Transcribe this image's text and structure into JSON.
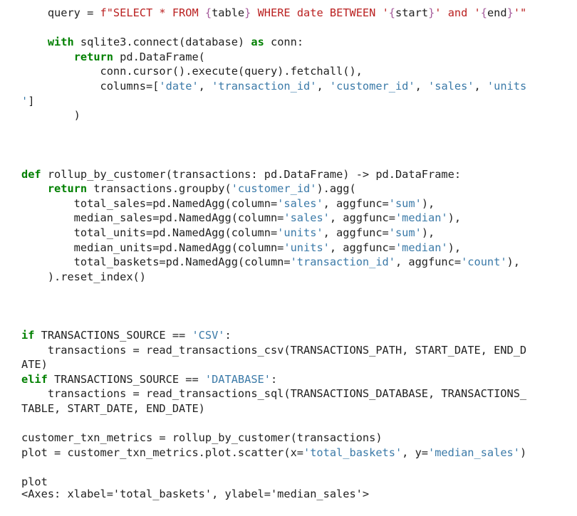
{
  "code": {
    "lines": [
      [
        {
          "t": "    query = ",
          "c": "p"
        },
        {
          "t": "f\"SELECT * FROM ",
          "c": "str"
        },
        {
          "t": "{",
          "c": "brace"
        },
        {
          "t": "table",
          "c": "p"
        },
        {
          "t": "}",
          "c": "brace"
        },
        {
          "t": " WHERE date BETWEEN '",
          "c": "str"
        },
        {
          "t": "{",
          "c": "brace"
        },
        {
          "t": "start",
          "c": "p"
        },
        {
          "t": "}",
          "c": "brace"
        },
        {
          "t": "' and '",
          "c": "str"
        },
        {
          "t": "{",
          "c": "brace"
        },
        {
          "t": "end",
          "c": "p"
        },
        {
          "t": "}",
          "c": "brace"
        },
        {
          "t": "'\"",
          "c": "str"
        }
      ],
      [],
      [
        {
          "t": "    ",
          "c": "p"
        },
        {
          "t": "with",
          "c": "kw"
        },
        {
          "t": " sqlite3.connect(database) ",
          "c": "p"
        },
        {
          "t": "as",
          "c": "kw"
        },
        {
          "t": " conn:",
          "c": "p"
        }
      ],
      [
        {
          "t": "        ",
          "c": "p"
        },
        {
          "t": "return",
          "c": "kw"
        },
        {
          "t": " pd.DataFrame(",
          "c": "p"
        }
      ],
      [
        {
          "t": "            conn.cursor().execute(query).fetchall(),",
          "c": "p"
        }
      ],
      [
        {
          "t": "            columns=[",
          "c": "p"
        },
        {
          "t": "'date'",
          "c": "str2"
        },
        {
          "t": ", ",
          "c": "p"
        },
        {
          "t": "'transaction_id'",
          "c": "str2"
        },
        {
          "t": ", ",
          "c": "p"
        },
        {
          "t": "'customer_id'",
          "c": "str2"
        },
        {
          "t": ", ",
          "c": "p"
        },
        {
          "t": "'sales'",
          "c": "str2"
        },
        {
          "t": ", ",
          "c": "p"
        },
        {
          "t": "'units",
          "c": "str2"
        }
      ],
      [
        {
          "t": "'",
          "c": "str2"
        },
        {
          "t": "]",
          "c": "p"
        }
      ],
      [
        {
          "t": "        )",
          "c": "p"
        }
      ],
      [],
      [],
      [],
      [
        {
          "t": "def",
          "c": "kw"
        },
        {
          "t": " rollup_by_customer(transactions: pd.DataFrame) -> pd.DataFrame:",
          "c": "p"
        }
      ],
      [
        {
          "t": "    ",
          "c": "p"
        },
        {
          "t": "return",
          "c": "kw"
        },
        {
          "t": " transactions.groupby(",
          "c": "p"
        },
        {
          "t": "'customer_id'",
          "c": "str2"
        },
        {
          "t": ").agg(",
          "c": "p"
        }
      ],
      [
        {
          "t": "        total_sales=pd.NamedAgg(column=",
          "c": "p"
        },
        {
          "t": "'sales'",
          "c": "str2"
        },
        {
          "t": ", aggfunc=",
          "c": "p"
        },
        {
          "t": "'sum'",
          "c": "str2"
        },
        {
          "t": "),",
          "c": "p"
        }
      ],
      [
        {
          "t": "        median_sales=pd.NamedAgg(column=",
          "c": "p"
        },
        {
          "t": "'sales'",
          "c": "str2"
        },
        {
          "t": ", aggfunc=",
          "c": "p"
        },
        {
          "t": "'median'",
          "c": "str2"
        },
        {
          "t": "),",
          "c": "p"
        }
      ],
      [
        {
          "t": "        total_units=pd.NamedAgg(column=",
          "c": "p"
        },
        {
          "t": "'units'",
          "c": "str2"
        },
        {
          "t": ", aggfunc=",
          "c": "p"
        },
        {
          "t": "'sum'",
          "c": "str2"
        },
        {
          "t": "),",
          "c": "p"
        }
      ],
      [
        {
          "t": "        median_units=pd.NamedAgg(column=",
          "c": "p"
        },
        {
          "t": "'units'",
          "c": "str2"
        },
        {
          "t": ", aggfunc=",
          "c": "p"
        },
        {
          "t": "'median'",
          "c": "str2"
        },
        {
          "t": "),",
          "c": "p"
        }
      ],
      [
        {
          "t": "        total_baskets=pd.NamedAgg(column=",
          "c": "p"
        },
        {
          "t": "'transaction_id'",
          "c": "str2"
        },
        {
          "t": ", aggfunc=",
          "c": "p"
        },
        {
          "t": "'count'",
          "c": "str2"
        },
        {
          "t": "),",
          "c": "p"
        }
      ],
      [
        {
          "t": "    ).reset_index()",
          "c": "p"
        }
      ],
      [],
      [],
      [],
      [
        {
          "t": "if",
          "c": "kw"
        },
        {
          "t": " TRANSACTIONS_SOURCE == ",
          "c": "p"
        },
        {
          "t": "'CSV'",
          "c": "str2"
        },
        {
          "t": ":",
          "c": "p"
        }
      ],
      [
        {
          "t": "    transactions = read_transactions_csv(TRANSACTIONS_PATH, START_DATE, END_D",
          "c": "p"
        }
      ],
      [
        {
          "t": "ATE)",
          "c": "p"
        }
      ],
      [
        {
          "t": "elif",
          "c": "kw"
        },
        {
          "t": " TRANSACTIONS_SOURCE == ",
          "c": "p"
        },
        {
          "t": "'DATABASE'",
          "c": "str2"
        },
        {
          "t": ":",
          "c": "p"
        }
      ],
      [
        {
          "t": "    transactions = read_transactions_sql(TRANSACTIONS_DATABASE, TRANSACTIONS_",
          "c": "p"
        }
      ],
      [
        {
          "t": "TABLE, START_DATE, END_DATE)",
          "c": "p"
        }
      ],
      [],
      [
        {
          "t": "customer_txn_metrics = rollup_by_customer(transactions)",
          "c": "p"
        }
      ],
      [
        {
          "t": "plot = customer_txn_metrics.plot.scatter(x=",
          "c": "p"
        },
        {
          "t": "'total_baskets'",
          "c": "str2"
        },
        {
          "t": ", y=",
          "c": "p"
        },
        {
          "t": "'median_sales'",
          "c": "str2"
        },
        {
          "t": ")",
          "c": "p"
        }
      ],
      [],
      [
        {
          "t": "plot",
          "c": "p"
        }
      ]
    ]
  },
  "output": {
    "text": "<Axes: xlabel='total_baskets', ylabel='median_sales'>"
  }
}
